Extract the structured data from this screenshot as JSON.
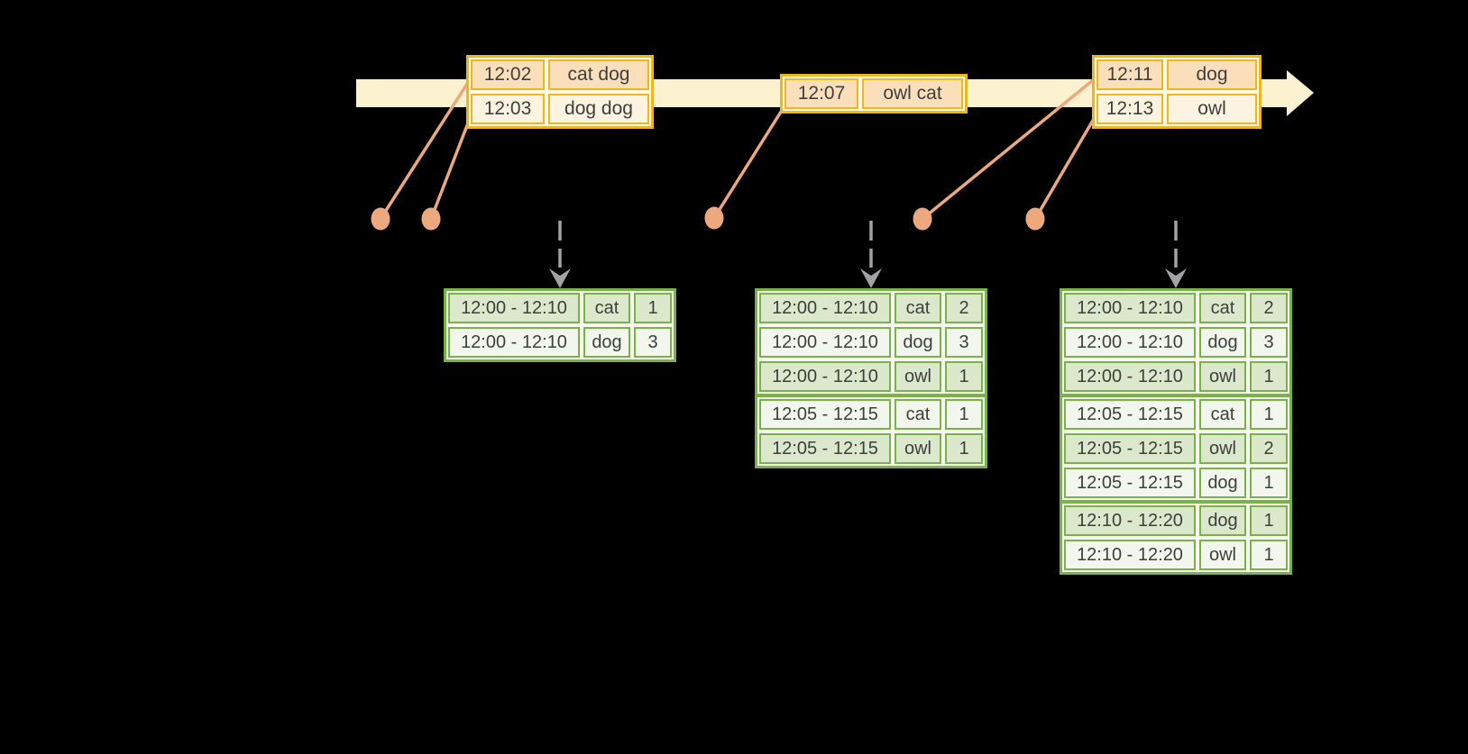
{
  "colors": {
    "background": "#000000",
    "timeline_fill": "#fcf2d0",
    "event_box_border": "#efb71e",
    "event_row_peach": "#fbdfbb",
    "event_row_cream": "#fcf3e0",
    "connector_salmon": "#eda87e",
    "result_table_border": "#78b345",
    "result_row_tint": "#dce8cb",
    "result_row_light": "#f2f6ec",
    "trigger_arrow_gray": "#a2a2a4",
    "text": "#3e3e3e"
  },
  "timeline": {
    "event_boxes": [
      {
        "rows": [
          {
            "time": "12:02",
            "words": "cat dog"
          },
          {
            "time": "12:03",
            "words": "dog dog"
          }
        ]
      },
      {
        "rows": [
          {
            "time": "12:07",
            "words": "owl cat"
          }
        ]
      },
      {
        "rows": [
          {
            "time": "12:11",
            "words": "dog"
          },
          {
            "time": "12:13",
            "words": "owl"
          }
        ]
      }
    ]
  },
  "result_tables": [
    {
      "groups": [
        [
          {
            "window": "12:00 - 12:10",
            "word": "cat",
            "count": 1
          },
          {
            "window": "12:00 - 12:10",
            "word": "dog",
            "count": 3
          }
        ]
      ]
    },
    {
      "groups": [
        [
          {
            "window": "12:00 - 12:10",
            "word": "cat",
            "count": 2
          },
          {
            "window": "12:00 - 12:10",
            "word": "dog",
            "count": 3
          },
          {
            "window": "12:00 - 12:10",
            "word": "owl",
            "count": 1
          }
        ],
        [
          {
            "window": "12:05 - 12:15",
            "word": "cat",
            "count": 1
          },
          {
            "window": "12:05 - 12:15",
            "word": "owl",
            "count": 1
          }
        ]
      ]
    },
    {
      "groups": [
        [
          {
            "window": "12:00 - 12:10",
            "word": "cat",
            "count": 2
          },
          {
            "window": "12:00 - 12:10",
            "word": "dog",
            "count": 3
          },
          {
            "window": "12:00 - 12:10",
            "word": "owl",
            "count": 1
          }
        ],
        [
          {
            "window": "12:05 - 12:15",
            "word": "cat",
            "count": 1
          },
          {
            "window": "12:05 - 12:15",
            "word": "owl",
            "count": 2
          },
          {
            "window": "12:05 - 12:15",
            "word": "dog",
            "count": 1
          }
        ],
        [
          {
            "window": "12:10 - 12:20",
            "word": "dog",
            "count": 1
          },
          {
            "window": "12:10 - 12:20",
            "word": "owl",
            "count": 1
          }
        ]
      ]
    }
  ]
}
